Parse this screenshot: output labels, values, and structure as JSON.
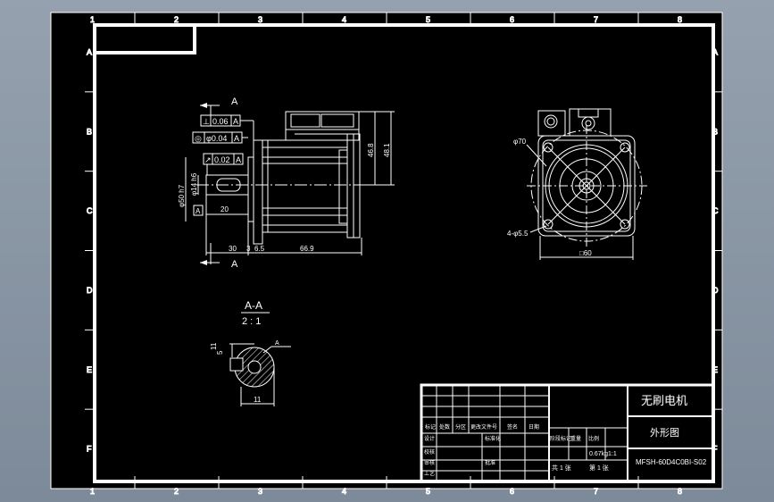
{
  "colors": {
    "viewport": "#8a97a6",
    "sheet": "#000000",
    "line": "#ffffff",
    "hatch": "#ffffff"
  },
  "border": {
    "columns": [
      "1",
      "2",
      "3",
      "4",
      "5",
      "6",
      "7",
      "8"
    ],
    "rows": [
      "A",
      "B",
      "C",
      "D",
      "E",
      "F"
    ]
  },
  "front_view": {
    "section_marker_top": "A",
    "section_marker_bottom": "A",
    "tolerances": [
      {
        "symbol": "⊥",
        "value": "0.06",
        "datum": "A"
      },
      {
        "symbol": "◎",
        "value": "φ0.04",
        "datum": "A"
      },
      {
        "symbol": "↗",
        "value": "0.02",
        "datum": "A"
      }
    ],
    "datum_label": "A",
    "dim_shaft_dia": "φ14 h6",
    "dim_pilot_dia": "φ50 h7",
    "dim_shaft_len": "20",
    "dim_30": "30",
    "dim_3": "3",
    "dim_6_5": "6.5",
    "dim_66_9": "66.9",
    "dim_46_8": "46.8",
    "dim_48_1": "48.1"
  },
  "end_view": {
    "dim_bolt_circle": "φ70",
    "dim_holes": "4-φ5.5",
    "dim_square": "□60"
  },
  "section_view": {
    "title": "A-A",
    "scale": "2 : 1",
    "dim_depth": "11",
    "dim_key": "5",
    "dim_width": "11",
    "note": "A"
  },
  "title_block": {
    "name": "无刷电机",
    "drawing_type": "外形图",
    "drawing_number": "MFSH-60D4C0BI-S02",
    "scale": "1:1",
    "weight": "0.67kg",
    "sheet_total": "共 1 张",
    "sheet_index": "第 1 张",
    "col_labels": [
      "标记",
      "处数",
      "分区",
      "更改文件号",
      "签名",
      "日期"
    ],
    "row_labels": [
      "设计",
      "校核",
      "审核",
      "工艺"
    ],
    "std_label": "标准化",
    "approve_label": "批准",
    "stage_label": "阶段标记",
    "weight_label": "重量",
    "scale_label": "比例"
  }
}
